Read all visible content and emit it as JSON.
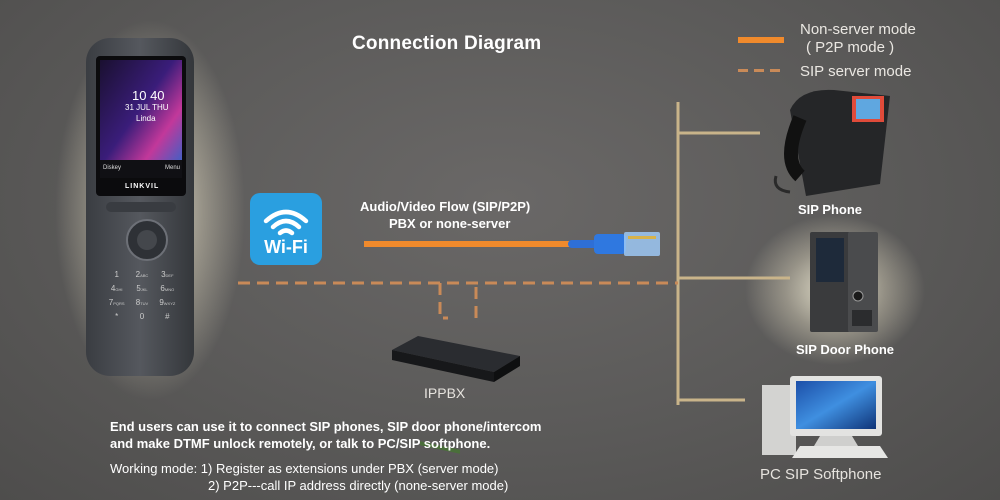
{
  "title": "Connection Diagram",
  "legend": {
    "solid_label_line1": "Non-server mode",
    "solid_label_line2": "( P2P mode )",
    "dashed_label": "SIP server mode",
    "solid_color": "#f08a2c",
    "dashed_color": "#c98a58"
  },
  "handset": {
    "brand": "LINKVIL",
    "time": "10 40",
    "date": "31 JUL THU",
    "user": "Linda",
    "soft_left": "Diskey",
    "soft_right": "Menu",
    "keys": [
      {
        "digit": "1",
        "sub": ""
      },
      {
        "digit": "2",
        "sub": "ABC"
      },
      {
        "digit": "3",
        "sub": "DEF"
      },
      {
        "digit": "4",
        "sub": "GHI"
      },
      {
        "digit": "5",
        "sub": "JKL"
      },
      {
        "digit": "6",
        "sub": "MNO"
      },
      {
        "digit": "7",
        "sub": "PQRS"
      },
      {
        "digit": "8",
        "sub": "TUV"
      },
      {
        "digit": "9",
        "sub": "WXYZ"
      },
      {
        "digit": "*",
        "sub": ""
      },
      {
        "digit": "0",
        "sub": ""
      },
      {
        "digit": "#",
        "sub": ""
      }
    ]
  },
  "wifi": {
    "label": "Wi-Fi",
    "color": "#2a9fe0"
  },
  "flow": {
    "line1": "Audio/Video Flow (SIP/P2P)",
    "line2": "PBX or none-server"
  },
  "ippbx": {
    "label": "IPPBX"
  },
  "devices": {
    "sip_phone": "SIP Phone",
    "sip_door_phone": "SIP Door Phone",
    "pc_softphone": "PC SIP Softphone"
  },
  "description": {
    "line1": "End users can use it to connect SIP phones, SIP door phone/intercom",
    "line2": "and make DTMF unlock remotely, or talk to PC/SIP softphone.",
    "mode_line1": "Working mode: 1) Register as extensions under PBX (server mode)",
    "mode_line2": "2) P2P---call IP address directly (none-server mode)"
  }
}
